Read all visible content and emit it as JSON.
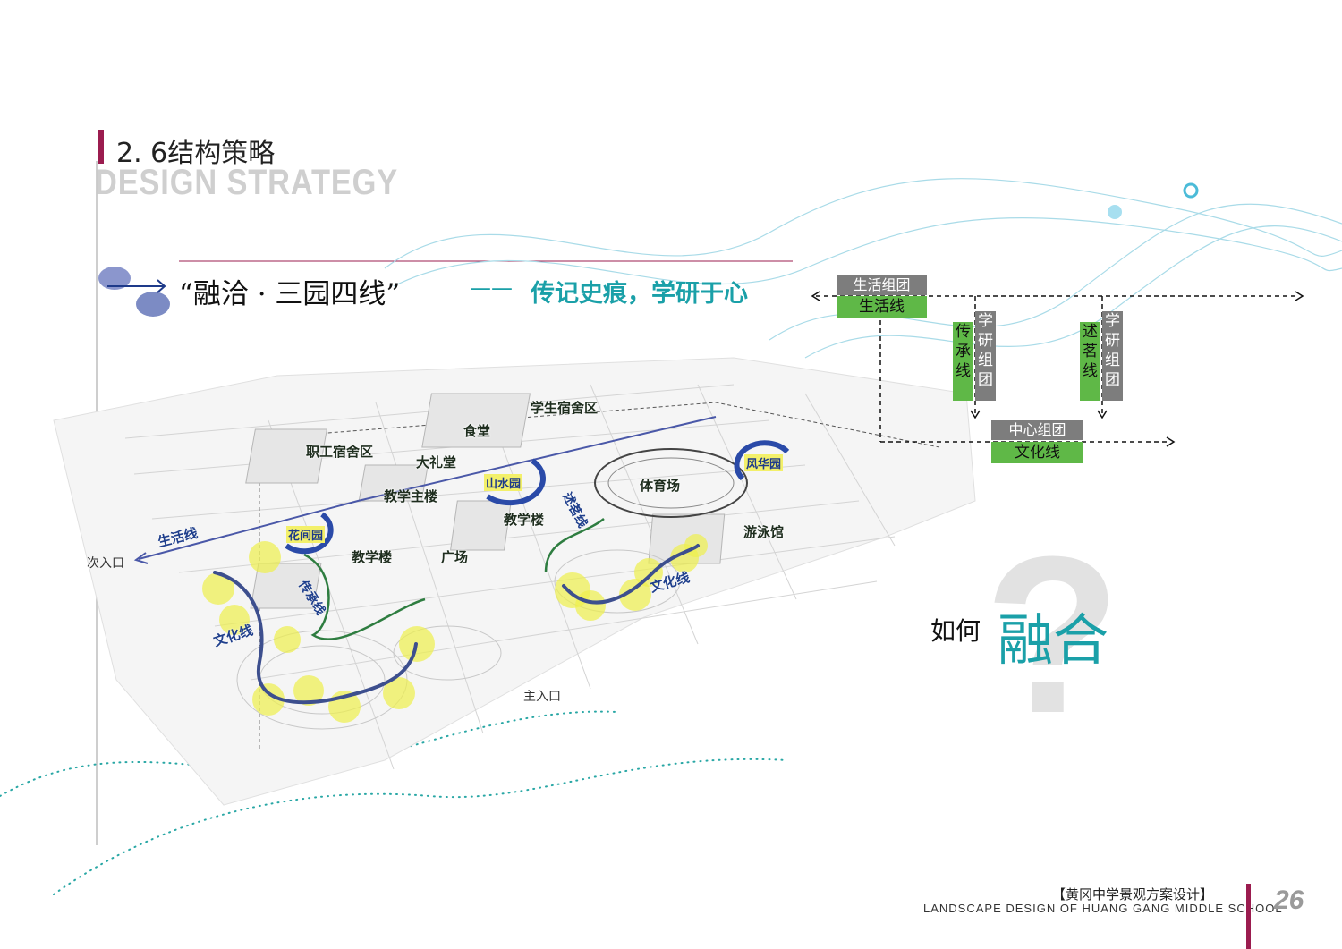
{
  "header": {
    "section_title": "2. 6结构策略",
    "section_subtitle_en": "DESIGN STRATEGY"
  },
  "concept": {
    "title": "“融洽 · 三园四线”",
    "dash": "——",
    "tagline": "传记史痕，学研于心"
  },
  "map_labels": {
    "dorm_students": "学生宿舍区",
    "canteen": "食堂",
    "dorm_staff": "职工宿舍区",
    "auditorium": "大礼堂",
    "main_teaching": "教学主楼",
    "stadium": "体育场",
    "teaching_a": "教学楼",
    "teaching_b": "教学楼",
    "plaza": "广场",
    "pool": "游泳馆",
    "secondary_entrance": "次入口",
    "main_entrance": "主入口"
  },
  "gardens": {
    "shanshui": "山水园",
    "fenghua": "风华园",
    "huajian": "花间园"
  },
  "lines": {
    "life": "生活线",
    "heritage": "传承线",
    "narrative": "述茗线",
    "culture_left": "文化线",
    "culture_right": "文化线"
  },
  "structure": {
    "life_group": "生活组团",
    "life_line": "生活线",
    "heritage_line_chars": [
      "传",
      "承",
      "线"
    ],
    "study_group_chars_left": [
      "学",
      "研",
      "组",
      "团"
    ],
    "narrative_line_chars": [
      "述",
      "茗",
      "线"
    ],
    "study_group_chars_right": [
      "学",
      "研",
      "组",
      "团"
    ],
    "center_group": "中心组团",
    "culture_line": "文化线"
  },
  "question": {
    "mark": "?",
    "prefix": "如何",
    "word": "融合"
  },
  "footer": {
    "project_cn": "【黄冈中学景观方案设计】",
    "project_en": "LANDSCAPE DESIGN OF HUANG GANG MIDDLE SCHOOL",
    "page": "26"
  },
  "colors": {
    "accent": "#9b1c4f",
    "teal": "#1aa0a8",
    "life_green": "#5fb847",
    "group_grey": "#7d7d7d",
    "route_blue": "#1f3f8c",
    "highlight_yellow": "#f3f06a"
  }
}
